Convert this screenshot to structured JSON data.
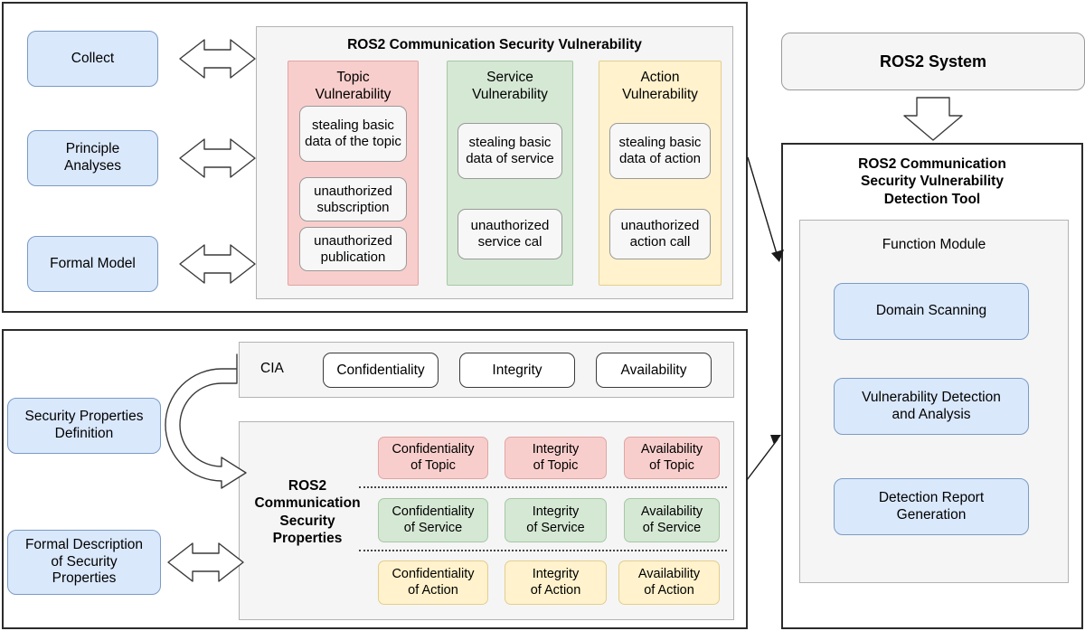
{
  "top_left_panel": {
    "stage_boxes": [
      {
        "label": "Collect"
      },
      {
        "label": "Principle\nAnalyses"
      },
      {
        "label": "Formal Model"
      }
    ],
    "container_title": "ROS2 Communication Security Vulnerability",
    "categories": [
      {
        "name": "Topic\nVulnerability",
        "color": "#f8cecc",
        "items": [
          "stealing basic data of the topic",
          "unauthorized subscription",
          "unauthorized publication"
        ]
      },
      {
        "name": "Service\nVulnerability",
        "color": "#d5e8d4",
        "items": [
          "stealing basic data of service",
          "unauthorized service cal"
        ]
      },
      {
        "name": "Action\nVulnerability",
        "color": "#fff2cc",
        "items": [
          "stealing basic data of action",
          "unauthorized action call"
        ]
      }
    ]
  },
  "bottom_left_panel": {
    "stage_boxes": [
      {
        "label": "Security Properties\nDefinition"
      },
      {
        "label": "Formal Description\nof Security\nProperties"
      }
    ],
    "cia": {
      "label": "CIA",
      "items": [
        "Confidentiality",
        "Integrity",
        "Availability"
      ]
    },
    "properties_matrix": {
      "row_title": "ROS2\nCommunication\nSecurity\nProperties",
      "rows": [
        {
          "color": "#f8cecc",
          "cells": [
            "Confidentiality\nof Topic",
            "Integrity\nof Topic",
            "Availability\nof Topic"
          ]
        },
        {
          "color": "#d5e8d4",
          "cells": [
            "Confidentiality\nof Service",
            "Integrity\nof Service",
            "Availability\nof Service"
          ]
        },
        {
          "color": "#fff2cc",
          "cells": [
            "Confidentiality\nof Action",
            "Integrity\nof Action",
            "Availability\nof Action"
          ]
        }
      ]
    }
  },
  "right_panel": {
    "system_label": "ROS2 System",
    "tool_title": "ROS2 Communication\nSecurity Vulnerability\nDetection Tool",
    "function_module_label": "Function Module",
    "modules": [
      "Domain Scanning",
      "Vulnerability Detection\nand Analysis",
      "Detection Report\nGeneration"
    ]
  },
  "colors": {
    "blue_fill": "#dae8fc",
    "blue_stroke": "#7a9bc4",
    "pink_fill": "#f8cecc",
    "green_fill": "#d5e8d4",
    "yellow_fill": "#fff2cc",
    "panel_fill": "#f5f5f5",
    "frame_stroke": "#2b2b2b"
  },
  "icons": {
    "bidirectional_arrow": "double-headed-arrow",
    "down_arrow": "down-block-arrow",
    "curved_arrow": "curved-block-arrow",
    "link_arrow": "line-arrow"
  }
}
